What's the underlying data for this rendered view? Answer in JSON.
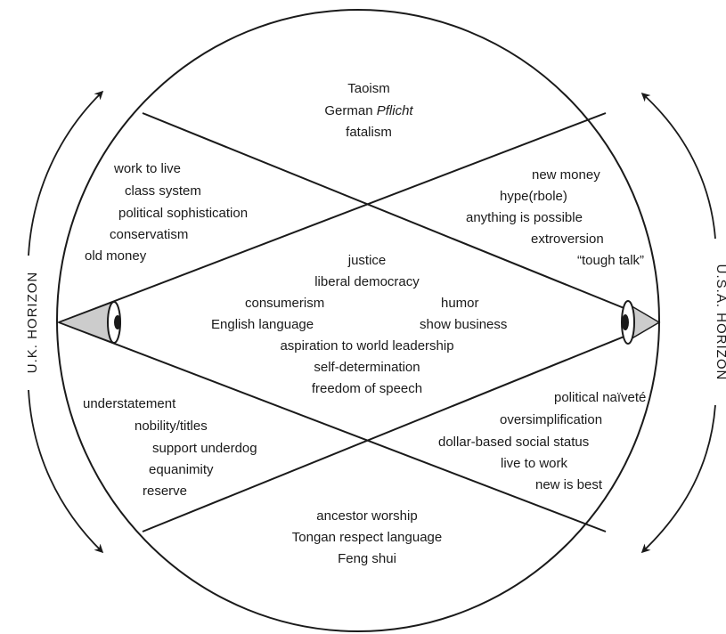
{
  "horizons": {
    "left": "U.K.  HORIZON",
    "right": "U.S.A.  HORIZON"
  },
  "regions": {
    "top": [
      "Taoism",
      "German",
      "Pflicht",
      "fatalism"
    ],
    "uk_upper": [
      "work to live",
      "class system",
      "political sophistication",
      "conservatism",
      "old money"
    ],
    "usa_upper": [
      "new money",
      "hype(rbole)",
      "anything is possible",
      "extroversion",
      "“tough talk”"
    ],
    "center": [
      "justice",
      "liberal democracy",
      "consumerism",
      "English language",
      "aspiration to world leadership",
      "self-determination",
      "freedom of speech"
    ],
    "center_right": [
      "humor",
      "show business"
    ],
    "uk_lower": [
      "understatement",
      "nobility/titles",
      "support underdog",
      "equanimity",
      "reserve"
    ],
    "usa_lower": [
      "political naïveté",
      "oversimplification",
      "dollar-based social status",
      "live to work",
      "new is best"
    ],
    "bottom": [
      "ancestor worship",
      "Tongan respect language",
      "Feng shui"
    ]
  },
  "colors": {
    "line": "#1a1a1a",
    "eye_wedge": "#cccccc"
  }
}
